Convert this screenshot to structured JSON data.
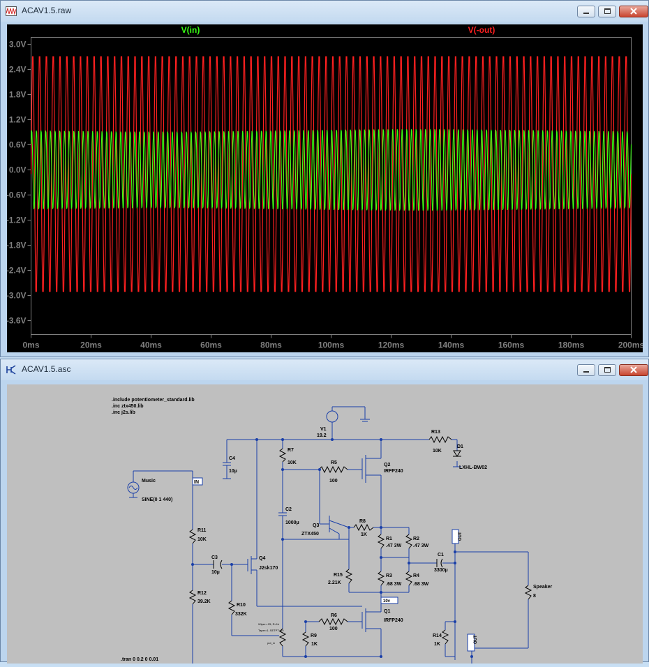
{
  "waveform_window": {
    "title": "ACAV1.5.raw",
    "plot": {
      "trace_in_label": "V(in)",
      "trace_out_label": "V(-out)",
      "y_ticks": [
        "3.0V",
        "2.4V",
        "1.8V",
        "1.2V",
        "0.6V",
        "0.0V",
        "-0.6V",
        "-1.2V",
        "-1.8V",
        "-2.4V",
        "-3.0V",
        "-3.6V"
      ],
      "x_ticks": [
        "0ms",
        "20ms",
        "40ms",
        "60ms",
        "80ms",
        "100ms",
        "120ms",
        "140ms",
        "160ms",
        "180ms",
        "200ms"
      ]
    }
  },
  "chart_data": {
    "type": "line",
    "xlabel": "",
    "ylabel": "",
    "xlim": [
      0,
      200
    ],
    "ylim": [
      -3.6,
      3.0
    ],
    "x_unit": "ms",
    "y_unit": "V",
    "grid": false,
    "legend_placement": "top",
    "series": [
      {
        "name": "V(in)",
        "color": "#39ff14",
        "waveform": "sine",
        "amplitude_v": 1.0,
        "offset_v": 0.0,
        "frequency_hz": 440,
        "displayed_range_v": [
          -1.0,
          1.0
        ]
      },
      {
        "name": "V(-out)",
        "color": "#ff2020",
        "waveform": "sine",
        "amplitude_v": 2.95,
        "offset_v": -0.1,
        "frequency_hz": 440,
        "displayed_range_v": [
          -3.05,
          2.85
        ]
      }
    ]
  },
  "schematic_window": {
    "title": "ACAV1.5.asc",
    "directives": [
      ".include potentiometer_standard.lib",
      ".inc ztx450.lib",
      ".inc j2s.lib"
    ],
    "tran": ".tran 0 0.2 0 0.01",
    "pot_notes": [
      "Wiper=.25; R=1k",
      "Taper=1; SETPT=50"
    ],
    "components": {
      "music": {
        "name": "Music",
        "value": "SINE(0 1 440)"
      },
      "in_label": "IN",
      "v1": {
        "name": "V1",
        "value": "19.2"
      },
      "r13": {
        "name": "R13",
        "value": "10K"
      },
      "d1": {
        "name": "D1",
        "value": "LXHL-BW02"
      },
      "c4": {
        "name": "C4",
        "value": "10µ"
      },
      "r7": {
        "name": "R7",
        "value": "10K"
      },
      "q2": {
        "name": "Q2",
        "value": "IRFP240"
      },
      "r5": {
        "name": "R5",
        "value": "100"
      },
      "c2": {
        "name": "C2",
        "value": "1000µ"
      },
      "q3": {
        "name": "Q3",
        "value": "ZTX450"
      },
      "r8": {
        "name": "R8",
        "value": "1K"
      },
      "r11": {
        "name": "R11",
        "value": "10K"
      },
      "c3": {
        "name": "C3",
        "value": "10µ"
      },
      "q4": {
        "name": "Q4",
        "value": "J2sk170"
      },
      "r1": {
        "name": "R1",
        "value": ".47 3W"
      },
      "r2": {
        "name": "R2",
        "value": ".47 3W"
      },
      "c1": {
        "name": "C1",
        "value": "3300µ"
      },
      "out_label": "OUT",
      "r15": {
        "name": "R15",
        "value": "2.21K"
      },
      "r3": {
        "name": "R3",
        "value": ".68 3W"
      },
      "r4": {
        "name": "R4",
        "value": ".68 3W"
      },
      "speaker": {
        "name": "Speaker",
        "value": "8"
      },
      "r12": {
        "name": "R12",
        "value": "39.2K"
      },
      "r10": {
        "name": "R10",
        "value": "332K"
      },
      "tenv": "10v",
      "q1": {
        "name": "Q1",
        "value": "IRFP240"
      },
      "r6": {
        "name": "R6",
        "value": "100"
      },
      "r9": {
        "name": "R9",
        "value": "1K"
      },
      "r14": {
        "name": "R14",
        "value": "1K"
      },
      "pot_label": "pot_m",
      "out_flag": "OUT"
    }
  }
}
